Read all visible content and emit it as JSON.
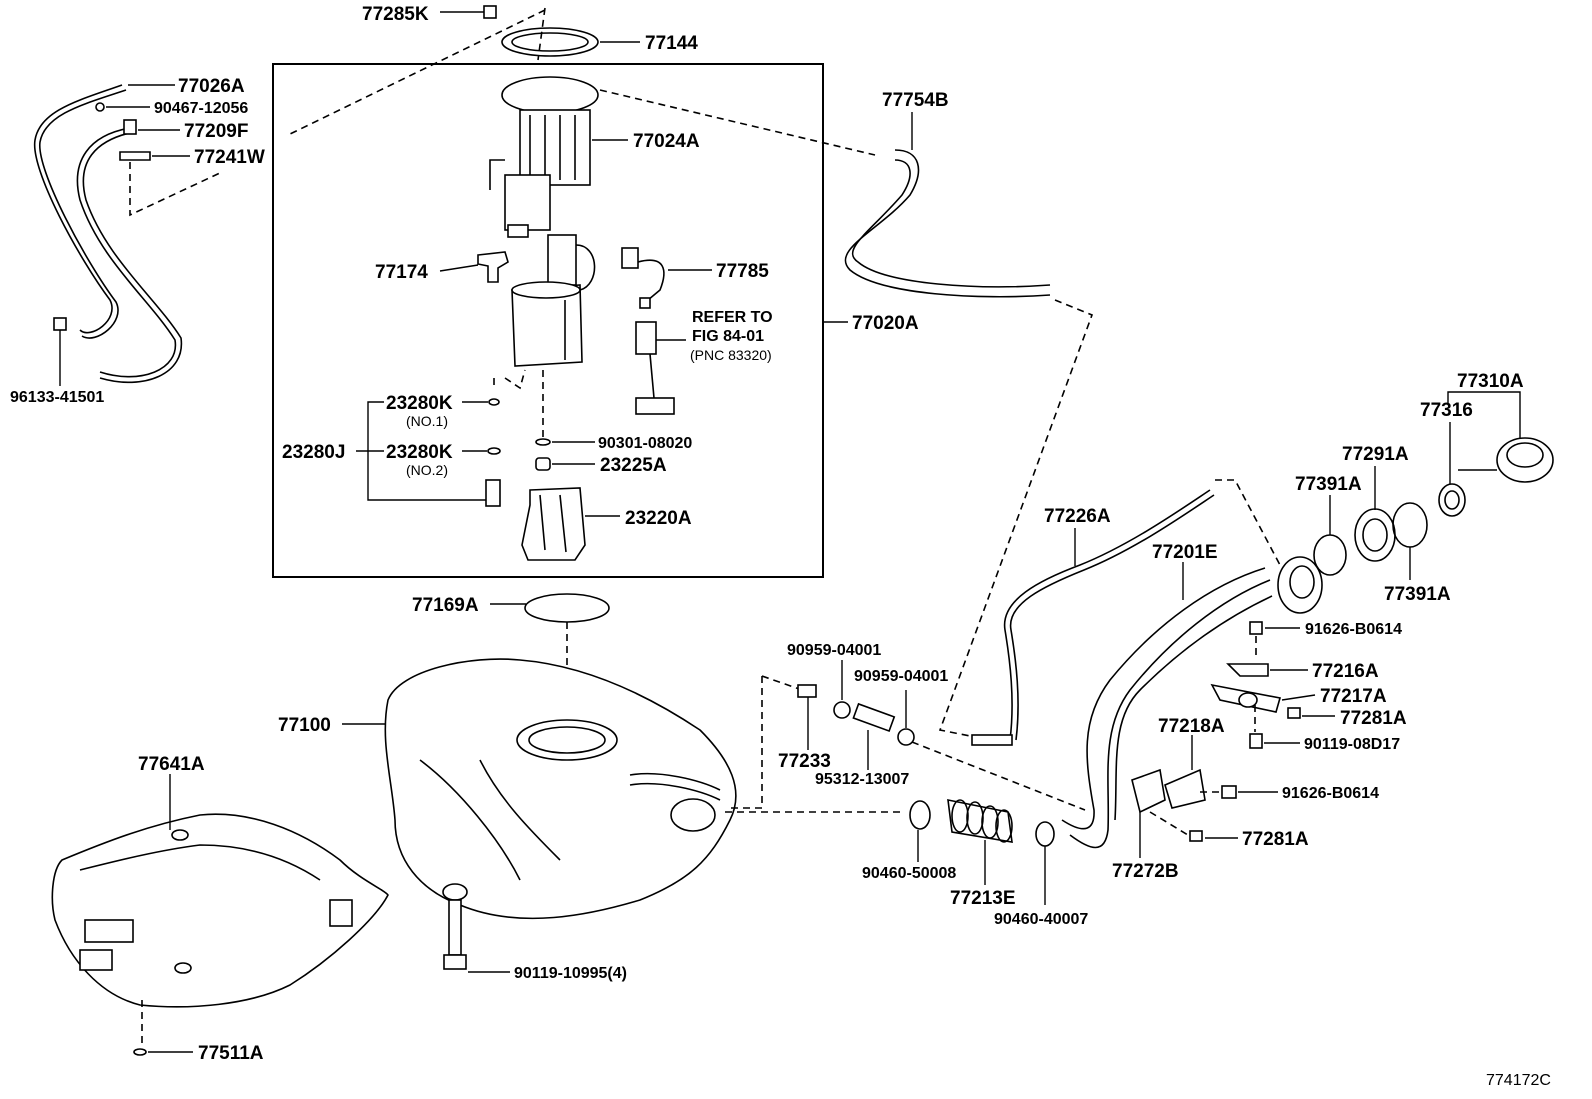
{
  "diagram_id": "774172C",
  "box_label": "77020A",
  "refer_note": {
    "line1": "REFER TO",
    "line2": "FIG 84-01",
    "line3": "(PNC 83320)"
  },
  "parts": {
    "p77285K": "77285K",
    "p77144": "77144",
    "p77026A": "77026A",
    "p90467": "90467-12056",
    "p77209F": "77209F",
    "p77241W": "77241W",
    "p77024A": "77024A",
    "p77754B": "77754B",
    "p77174": "77174",
    "p77785": "77785",
    "p96133": "96133-41501",
    "p23280K1": "23280K",
    "no1": "(NO.1)",
    "p23280J": "23280J",
    "p23280K2": "23280K",
    "no2": "(NO.2)",
    "p90301": "90301-08020",
    "p23225A": "23225A",
    "p23220A": "23220A",
    "p77310A": "77310A",
    "p77316": "77316",
    "p77291A": "77291A",
    "p77391A_1": "77391A",
    "p77391A_2": "77391A",
    "p77226A": "77226A",
    "p77201E": "77201E",
    "p77169A": "77169A",
    "p91626_1": "91626-B0614",
    "p90959_1": "90959-04001",
    "p90959_2": "90959-04001",
    "p77216A": "77216A",
    "p77217A": "77217A",
    "p77281A_1": "77281A",
    "p77100": "77100",
    "p77218A": "77218A",
    "p90119_08": "90119-08D17",
    "p77233": "77233",
    "p95312": "95312-13007",
    "p77641A": "77641A",
    "p91626_2": "91626-B0614",
    "p77281A_2": "77281A",
    "p90460_5": "90460-50008",
    "p77272B": "77272B",
    "p77213E": "77213E",
    "p90460_4": "90460-40007",
    "p90119_10": "90119-10995(4)",
    "p77511A": "77511A"
  }
}
